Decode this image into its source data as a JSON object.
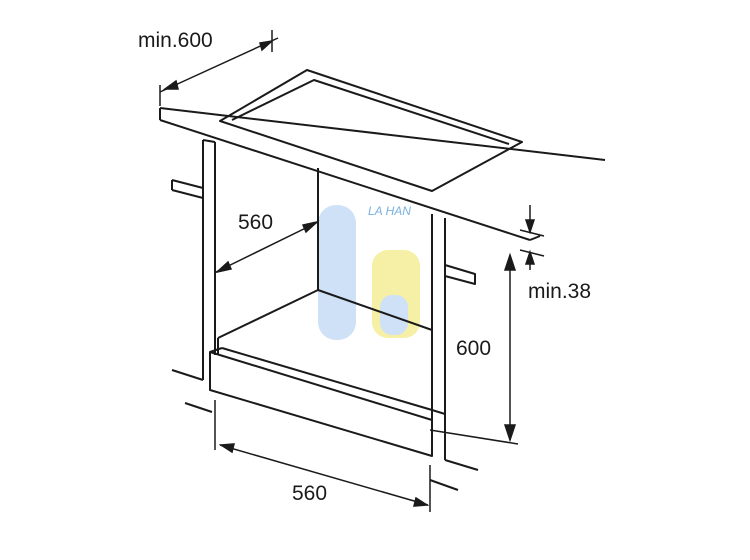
{
  "dimensions": {
    "depth_top": "min.600",
    "depth_inner": "560",
    "gap_height": "min.38",
    "height": "600",
    "width": "560"
  },
  "watermark": {
    "text": "LA HAN",
    "colors": {
      "blue": "#cfe1f6",
      "yellow": "#f6f0a6"
    }
  },
  "colors": {
    "line": "#1a1a1a",
    "background": "#ffffff"
  }
}
